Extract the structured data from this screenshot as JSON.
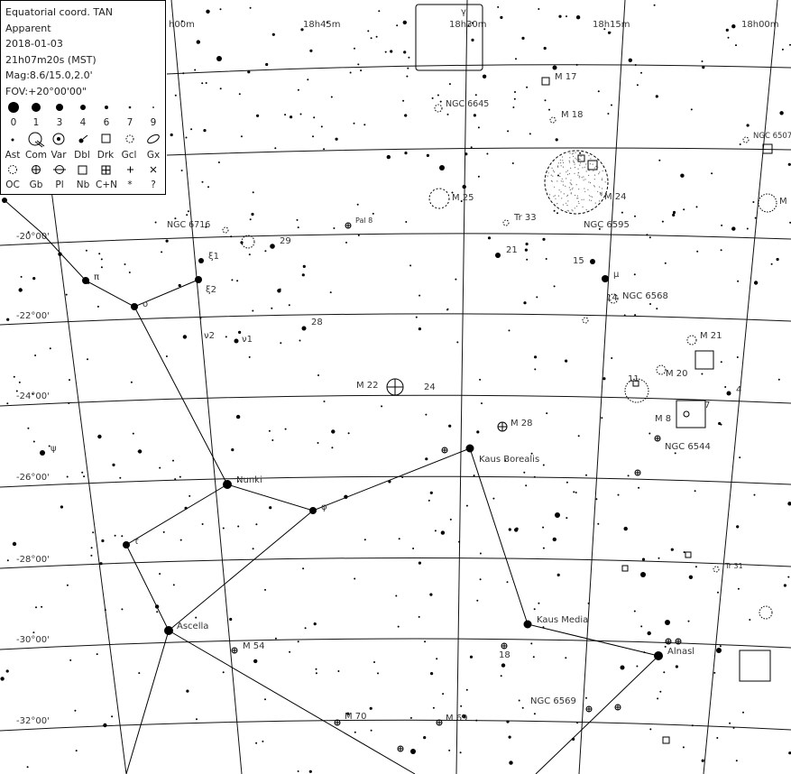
{
  "legend": {
    "lines": [
      "Equatorial coord. TAN",
      "Apparent",
      "2018-01-03",
      "21h07m20s (MST)",
      "Mag:8.6/15.0,2.0'",
      "FOV:+20°00'00\""
    ],
    "magnitudes": [
      "0",
      "1",
      "3",
      "4",
      "6",
      "7",
      "9"
    ],
    "types_row1": [
      "Ast",
      "Com",
      "Var",
      "Dbl",
      "Drk",
      "Gcl",
      "Gx"
    ],
    "types_row2": [
      "OC",
      "Gb",
      "Pl",
      "Nb",
      "C+N",
      "*",
      "?"
    ]
  },
  "ra_labels": [
    "h00m",
    "18h45m",
    "18h30m",
    "18h15m",
    "18h00m"
  ],
  "dec_labels": [
    "-20°00'",
    "-22°00'",
    "-24°00'",
    "-26°00'",
    "-28°00'",
    "-30°00'",
    "-32°00'"
  ],
  "labels": {
    "nunki": "Nunki",
    "ascella": "Ascella",
    "kaus_borealis": "Kaus Borealis",
    "kaus_media": "Kaus Media",
    "alnasl": "Alnasl",
    "m17": "M 17",
    "m18": "M 18",
    "m25": "M 25",
    "m24": "M 24",
    "m21": "M 21",
    "m20": "M 20",
    "m8": "M 8",
    "m22": "M 22",
    "m28": "M 28",
    "m54": "M 54",
    "m70": "M 70",
    "m69": "M 69",
    "ngc6645": "NGC 6645",
    "ngc6507": "NGC 6507",
    "ngc6716": "NGC 6716",
    "ngc6595": "NGC 6595",
    "ngc6568": "NGC 6568",
    "ngc6544": "NGC 6544",
    "ngc6569": "NGC 6569",
    "pal8": "Pal 8",
    "tr33": "Tr 33",
    "tr31": "Tr 31",
    "pi": "π",
    "omicron": "o",
    "xi1": "ξ1",
    "xi2": "ξ2",
    "nu2": "ν2",
    "nu1": "ν1",
    "psi": "ψ",
    "tau": "τ",
    "phi": "φ",
    "mu": "μ",
    "gamma": "γ",
    "n29": "29",
    "n28": "28",
    "n21": "21",
    "n15": "15",
    "n14": "14",
    "n24": "24",
    "n11": "11",
    "n7": "7",
    "n4": "4",
    "n18": "18",
    "m_partial": "M"
  }
}
